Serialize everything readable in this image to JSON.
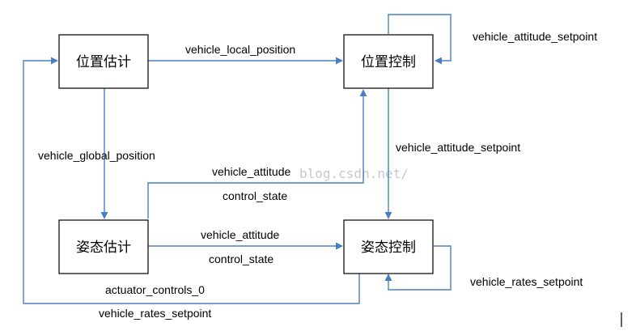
{
  "nodes": {
    "pos_est": "位置估计",
    "pos_ctrl": "位置控制",
    "att_est": "姿态估计",
    "att_ctrl": "姿态控制"
  },
  "edges": {
    "local_position": "vehicle_local_position",
    "att_sp_loop": "vehicle_attitude_setpoint",
    "att_sp_down": "vehicle_attitude_setpoint",
    "global_position": "vehicle_global_position",
    "attitude_up_1": "vehicle_attitude",
    "attitude_up_2": "control_state",
    "attitude_right_1": "vehicle_attitude",
    "attitude_right_2": "control_state",
    "rates_sp_loop": "vehicle_rates_setpoint",
    "actuator": "actuator_controls_0",
    "rates_sp_bottom": "vehicle_rates_setpoint"
  },
  "watermark": "blog.csdn.net/"
}
